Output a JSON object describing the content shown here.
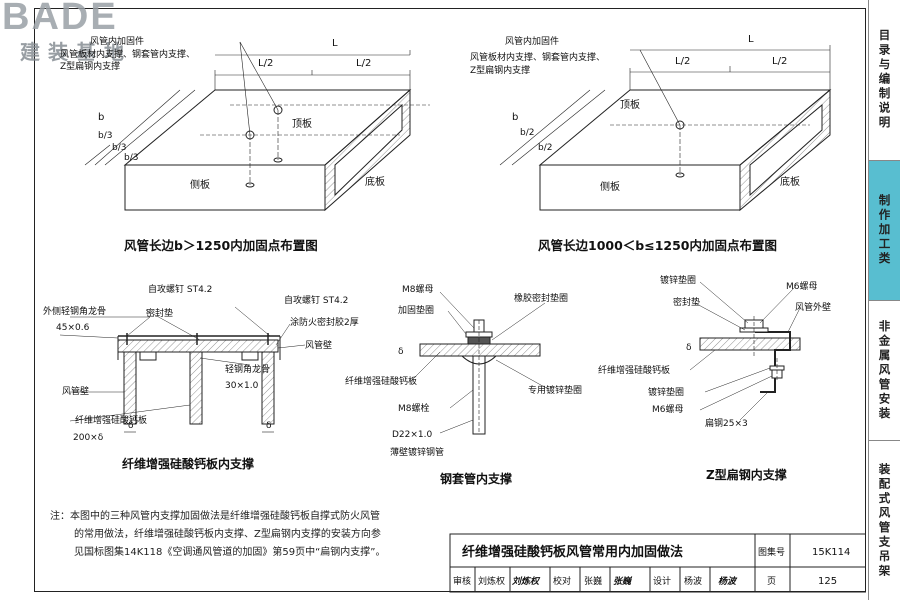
{
  "logo": {
    "line1": "BADE",
    "line2": "建装基地"
  },
  "sidebar": {
    "items": [
      {
        "label": "目录与编制说明",
        "active": false
      },
      {
        "label": "制作加工类",
        "active": true
      },
      {
        "label": "非金属风管安装",
        "active": false
      },
      {
        "label": "装配式风管支吊架",
        "active": false
      }
    ]
  },
  "diagram_top_left": {
    "title": "风管长边b＞1250内加固点布置图",
    "L": "L",
    "L_half_1": "L/2",
    "L_half_2": "L/2",
    "b": "b",
    "b_third_1": "b/3",
    "b_third_2": "b/3",
    "b_third_3": "b/3",
    "callout_1": "风管内加固件",
    "callout_2": "风管板材内支撑、钢套管内支撑、",
    "callout_3": "Z型扁钢内支撑",
    "top_label": "顶板",
    "side_label": "侧板",
    "bottom_label": "底板"
  },
  "diagram_top_right": {
    "title": "风管长边1000＜b≤1250内加固点布置图",
    "L": "L",
    "L_half_1": "L/2",
    "L_half_2": "L/2",
    "b": "b",
    "b_half_1": "b/2",
    "b_half_2": "b/2",
    "callout_1": "风管内加固件",
    "callout_2": "风管板材内支撑、钢套管内支撑、",
    "callout_3": "Z型扁钢内支撑",
    "top_label": "顶板",
    "side_label": "侧板",
    "bottom_label": "底板"
  },
  "detail_fiber": {
    "title": "纤维增强硅酸钙板内支撑",
    "screw_left": "自攻螺钉 ST4.2",
    "screw_right": "自攻螺钉 ST4.2",
    "outer_keel_1": "外侧轻钢角龙骨",
    "outer_keel_2": "45×0.6",
    "seal_pad": "密封垫",
    "fire_glue": "涂防火密封胶2厚",
    "duct_wall_right": "风管壁",
    "inner_keel_1": "轻钢角龙骨",
    "inner_keel_2": "30×1.0",
    "duct_wall_left": "风管壁",
    "board_1": "纤维增强硅酸钙板",
    "board_2": "200×δ",
    "delta_1": "δ",
    "delta_2": "δ"
  },
  "detail_sleeve": {
    "title": "钢套管内支撑",
    "nut": "M8螺母",
    "washer": "加固垫圈",
    "rubber": "橡胶密封垫圈",
    "board": "纤维增强硅酸钙板",
    "bolt": "M8螺栓",
    "galv_washer": "专用镀锌垫圈",
    "pipe_1": "D22×1.0",
    "pipe_2": "薄壁镀锌钢管",
    "delta": "δ"
  },
  "detail_zsteel": {
    "title": "Z型扁钢内支撑",
    "galv_washer_top": "镀锌垫圈",
    "nut_top": "M6螺母",
    "seal_pad": "密封垫",
    "outer_wall": "风管外壁",
    "board": "纤维增强硅酸钙板",
    "galv_washer_bottom": "镀锌垫圈",
    "nut_bottom": "M6螺母",
    "flat_steel": "扁钢25×3",
    "delta": "δ"
  },
  "note": {
    "line1": "注：本图中的三种风管内支撑加固做法是纤维增强硅酸钙板自撑式防火风管",
    "line2": "的常用做法，纤维增强硅酸钙板内支撑、Z型扁钢内支撑的安装方向参",
    "line3": "见国标图集14K118《空调通风管道的加固》第59页中“扁钢内支撑”。"
  },
  "title_block": {
    "main_title": "纤维增强硅酸钙板风管常用内加固做法",
    "atlas_label": "图集号",
    "atlas_no": "15K114",
    "review_label": "审核",
    "reviewer": "刘炼权",
    "reviewer_sign": "刘炼权",
    "check_label": "校对",
    "checker": "张巍",
    "checker_sign": "张巍",
    "design_label": "设计",
    "designer": "杨波",
    "designer_sign": "杨波",
    "page_label": "页",
    "page_no": "125"
  }
}
